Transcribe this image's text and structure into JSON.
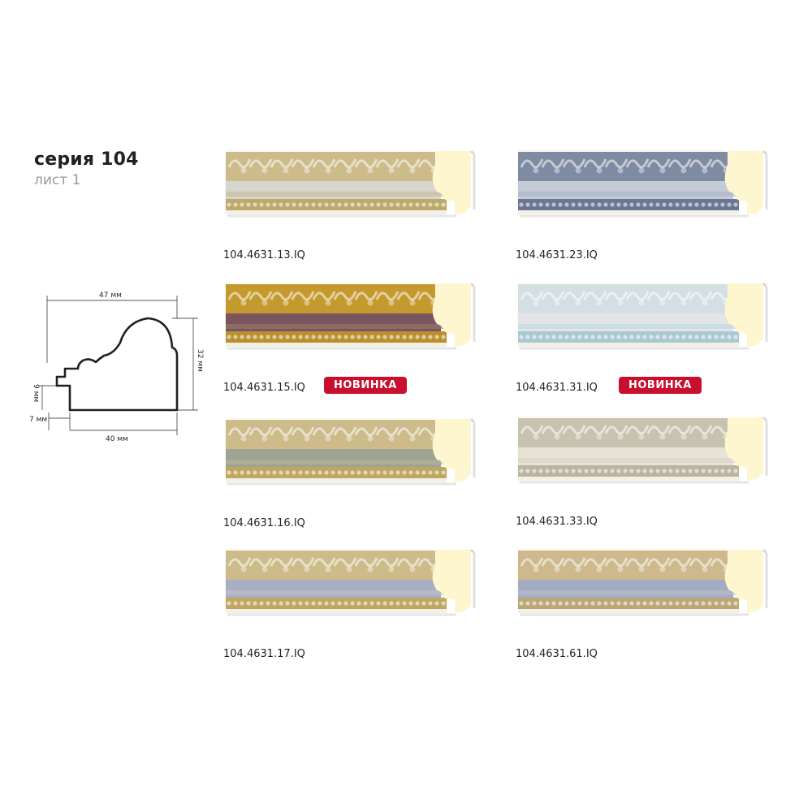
{
  "header": {
    "series": "серия 104",
    "sheet": "лист 1"
  },
  "profile": {
    "width_total": "47 мм",
    "height": "32 мм",
    "rebate_height": "9 мм",
    "rebate_width": "7 мм",
    "base_width": "40 мм"
  },
  "colors": {
    "badge": "#c8102e",
    "profile_end": "#fdf6cf",
    "text": "#231f20"
  },
  "samples": [
    {
      "code": "104.4631.13.IQ",
      "badge": "",
      "colors": {
        "top": "#cdbb8a",
        "mid": "#d6d6cc",
        "band": "#c7b998",
        "bottom": "#bda96a"
      }
    },
    {
      "code": "104.4631.23.IQ",
      "badge": "",
      "colors": {
        "top": "#7f8aa3",
        "mid": "#c4cbd6",
        "band": "#aab4c6",
        "bottom": "#6b7694"
      }
    },
    {
      "code": "104.4631.15.IQ",
      "badge": "НОВИНКА",
      "colors": {
        "top": "#c49a2e",
        "mid": "#7a5560",
        "band": "#9a7a6c",
        "bottom": "#b8902e"
      }
    },
    {
      "code": "104.4631.31.IQ",
      "badge": "НОВИНКА",
      "colors": {
        "top": "#d3dfe2",
        "mid": "#e4e4e6",
        "band": "#b9d9df",
        "bottom": "#a9c9d2"
      }
    },
    {
      "code": "104.4631.16.IQ",
      "badge": "",
      "colors": {
        "top": "#cdbb8a",
        "mid": "#9ea392",
        "band": "#b8b49a",
        "bottom": "#bfa762"
      }
    },
    {
      "code": "104.4631.33.IQ",
      "badge": "",
      "colors": {
        "top": "#c7c3b0",
        "mid": "#e6e2d6",
        "band": "#d8d3c2",
        "bottom": "#b9b59f"
      }
    },
    {
      "code": "104.4631.17.IQ",
      "badge": "",
      "colors": {
        "top": "#cdbb8a",
        "mid": "#a9afc2",
        "band": "#c0bfc8",
        "bottom": "#bfa762"
      }
    },
    {
      "code": "104.4631.61.IQ",
      "badge": "",
      "colors": {
        "top": "#cdb98c",
        "mid": "#a3acc2",
        "band": "#b7bccb",
        "bottom": "#bba675"
      }
    }
  ]
}
